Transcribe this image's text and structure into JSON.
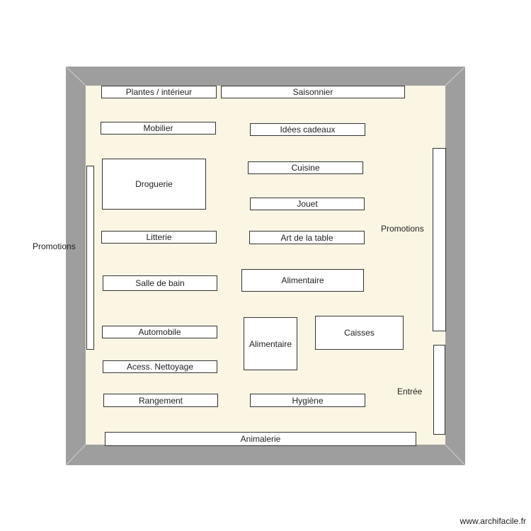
{
  "plan": {
    "rayons": {
      "plantes": "Plantes / intérieur",
      "saisonnier": "Saisonnier",
      "mobilier": "Mobilier",
      "idees_cadeaux": "Idées cadeaux",
      "droguerie": "Droguerie",
      "cuisine": "Cuisine",
      "jouet": "Jouet",
      "litterie": "Litterie",
      "art_table": "Art de la table",
      "salle_bain": "Salle de bain",
      "alimentaire_1": "Alimentaire",
      "automobile": "Automobile",
      "alimentaire_2": "Alimentaire",
      "caisses": "Caisses",
      "nettoyage": "Acess. Nettoyage",
      "rangement": "Rangement",
      "hygiene": "Hygiène",
      "animalerie": "Animalerie"
    },
    "labels": {
      "promotions_left": "Promotions",
      "promotions_right": "Promotions",
      "entree": "Entrée"
    }
  },
  "footer": {
    "credit": "www.archifacile.fr"
  }
}
